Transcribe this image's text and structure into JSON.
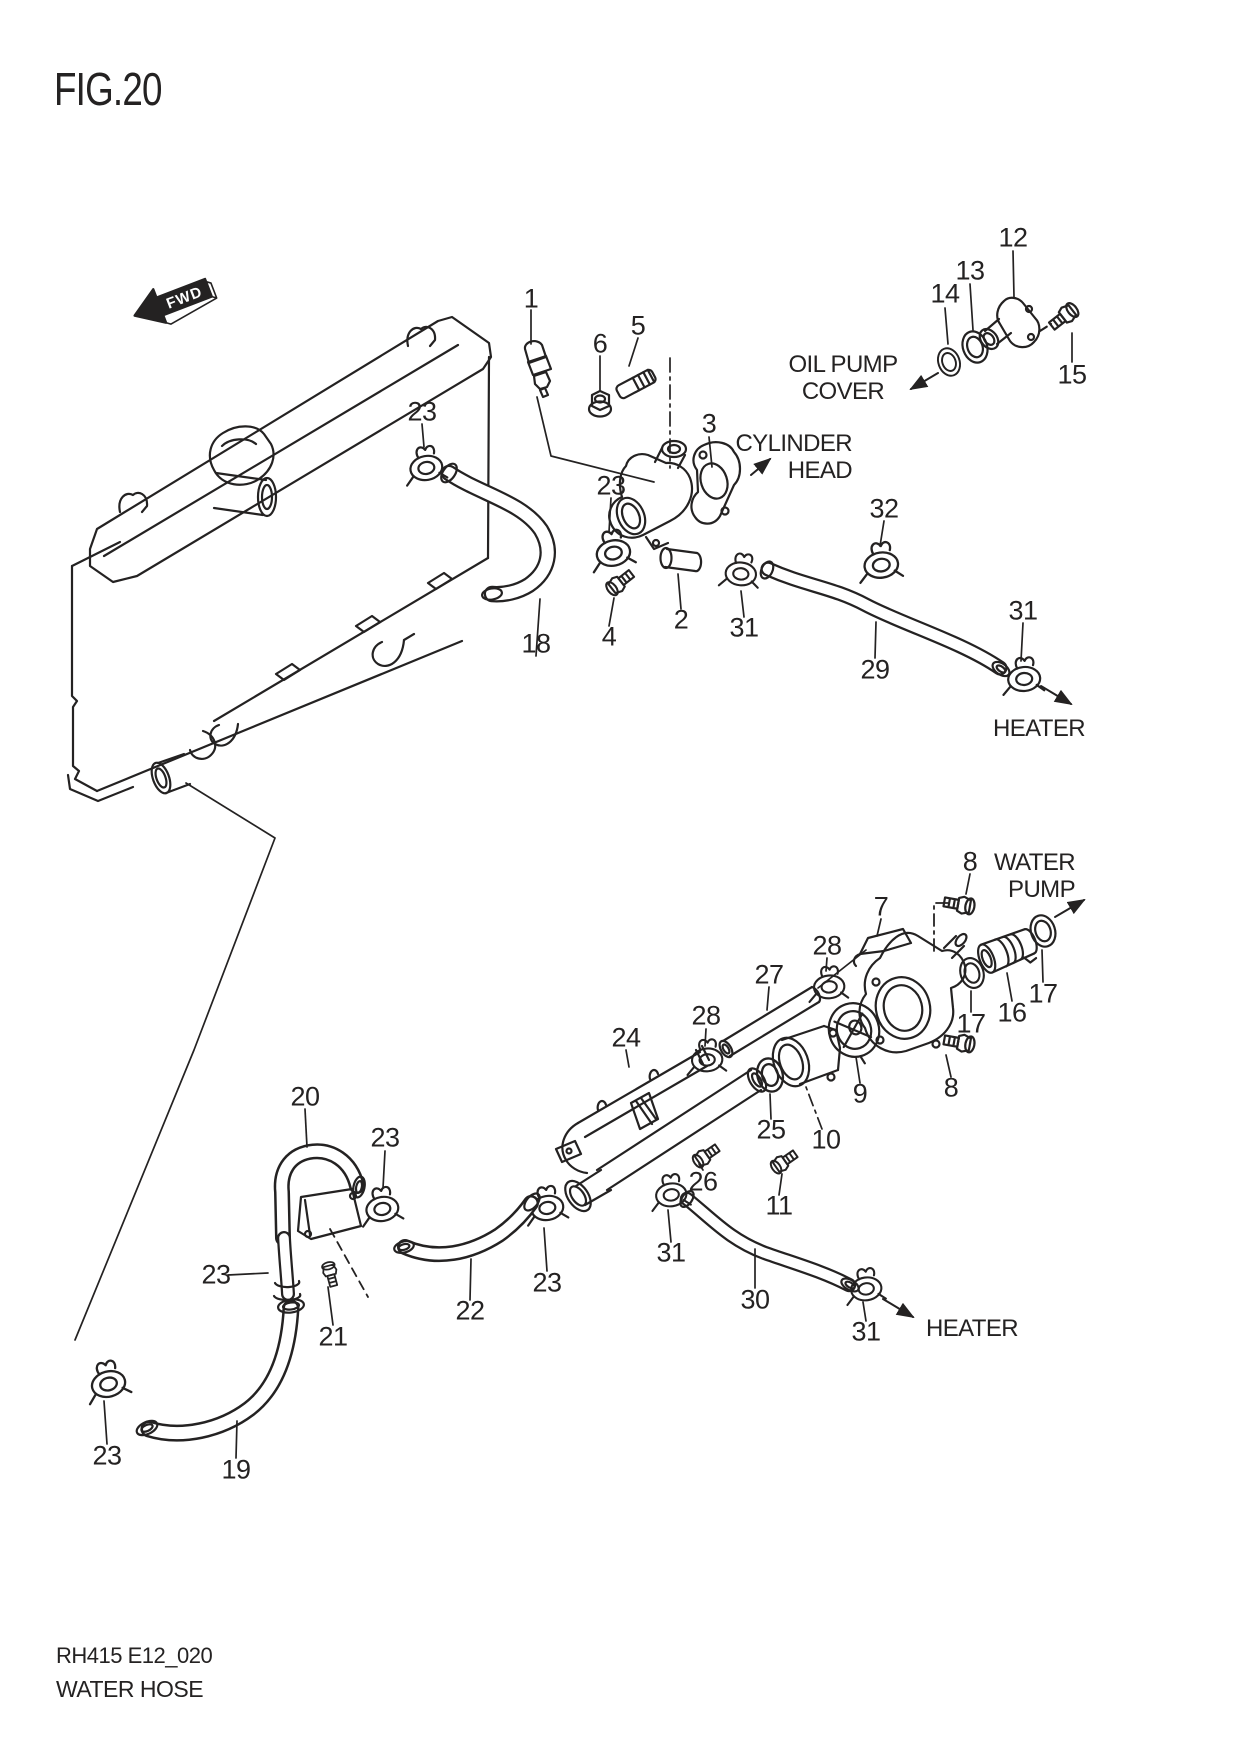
{
  "page": {
    "title": "FIG.20",
    "fwd_badge": "FWD",
    "footer_code": "RH415 E12_020",
    "footer_title": "WATER HOSE",
    "ink_color": "#242222",
    "paper_color": "#ffffff"
  },
  "captions": {
    "oil_pump_cover": "OIL PUMP\nCOVER",
    "cylinder_head": "CYLINDER\nHEAD",
    "water_pump": "WATER\nPUMP",
    "heater_upper": "HEATER",
    "heater_lower": "HEATER"
  },
  "part_labels": [
    "1",
    "5",
    "6",
    "3",
    "12",
    "13",
    "14",
    "15",
    "23",
    "23",
    "32",
    "31",
    "2",
    "4",
    "18",
    "29",
    "31",
    "8",
    "7",
    "28",
    "27",
    "17",
    "16",
    "28",
    "17",
    "24",
    "9",
    "8",
    "20",
    "25",
    "23",
    "10",
    "26",
    "11",
    "31",
    "23",
    "23",
    "22",
    "30",
    "21",
    "31",
    "23",
    "19"
  ]
}
